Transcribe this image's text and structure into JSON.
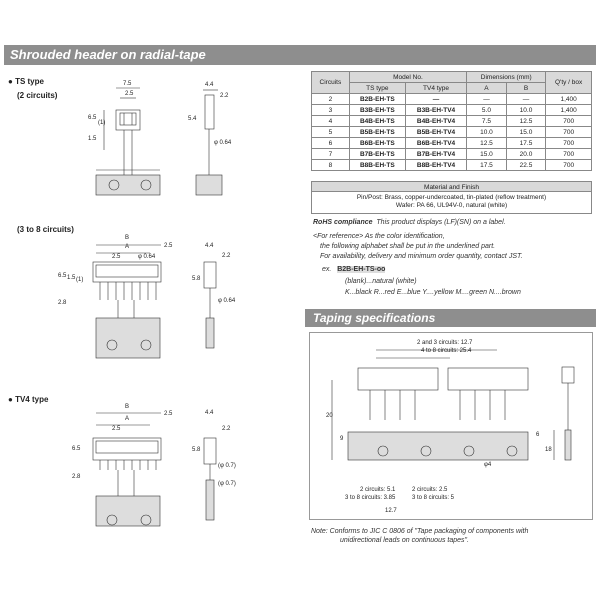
{
  "banner": "Shrouded header on radial-tape",
  "types": {
    "ts": "TS type",
    "two": "(2 circuits)",
    "three_eight": "(3 to 8 circuits)",
    "tv4": "TV4 type"
  },
  "dims": {
    "d7_5": "7.5",
    "d2_5": "2.5",
    "d6_5": "6.5",
    "d1_5": "1.5",
    "d1p": "(1)",
    "d4_4": "4.4",
    "d2_2": "2.2",
    "d5_4": "5.4",
    "phi064": "φ 0.64",
    "B": "B",
    "A": "A",
    "d5_8": "5.8",
    "d2_8": "2.8",
    "phi07": "(φ 0.7)"
  },
  "table": {
    "headers": {
      "circuits": "Circuits",
      "model": "Model No.",
      "dims": "Dimensions (mm)",
      "qty": "Q'ty / box",
      "ts": "TS type",
      "tv4": "TV4 type",
      "a": "A",
      "b": "B"
    },
    "rows": [
      {
        "c": "2",
        "ts": "B2B-EH-TS",
        "tv4": "—",
        "a": "—",
        "b": "—",
        "q": "1,400"
      },
      {
        "c": "3",
        "ts": "B3B-EH-TS",
        "tv4": "B3B-EH-TV4",
        "a": "5.0",
        "b": "10.0",
        "q": "1,400"
      },
      {
        "c": "4",
        "ts": "B4B-EH-TS",
        "tv4": "B4B-EH-TV4",
        "a": "7.5",
        "b": "12.5",
        "q": "700"
      },
      {
        "c": "5",
        "ts": "B5B-EH-TS",
        "tv4": "B5B-EH-TV4",
        "a": "10.0",
        "b": "15.0",
        "q": "700"
      },
      {
        "c": "6",
        "ts": "B6B-EH-TS",
        "tv4": "B6B-EH-TV4",
        "a": "12.5",
        "b": "17.5",
        "q": "700"
      },
      {
        "c": "7",
        "ts": "B7B-EH-TS",
        "tv4": "B7B-EH-TV4",
        "a": "15.0",
        "b": "20.0",
        "q": "700"
      },
      {
        "c": "8",
        "ts": "B8B-EH-TS",
        "tv4": "B8B-EH-TV4",
        "a": "17.5",
        "b": "22.5",
        "q": "700"
      }
    ]
  },
  "material": {
    "head": "Material and Finish",
    "line1": "Pin/Post: Brass, copper-undercoated, tin-plated (reflow treatment)",
    "line2": "Wafer: PA 66, UL94V-0, natural (white)"
  },
  "rohs": {
    "label": "RoHS compliance",
    "text": "This product displays (LF)(SN) on a label."
  },
  "ref": {
    "l1": "<For reference>     As the color identification,",
    "l2": "the following alphabet shall be put in the underlined part.",
    "l3": "For availability, delivery and minimum order quantity, contact JST.",
    "ex": "ex.",
    "code": "B2B-EH-TS-oo",
    "blank": "(blank)...natural (white)",
    "colors": "K...black  R...red  E...blue  Y....yellow  M....green  N....brown"
  },
  "taping": {
    "title": "Taping specifications",
    "p1": "2 and 3 circuits: 12.7",
    "p2": "4 to 8 circuits: 25.4",
    "d20": "20",
    "d9": "9",
    "d6": "6",
    "d18": "18",
    "phi4": "φ4",
    "c1": "2 circuits: 5.1",
    "c2": "3 to 8 circuits: 3.85",
    "c3": "2 circuits: 2.5",
    "c4": "3 to 8 circuits: 5",
    "d127": "12.7"
  },
  "note": {
    "l1": "Note: Conforms to JIC C 0806 of \"Tape packaging of components with",
    "l2": "unidirectional leads on continuous tapes\"."
  }
}
